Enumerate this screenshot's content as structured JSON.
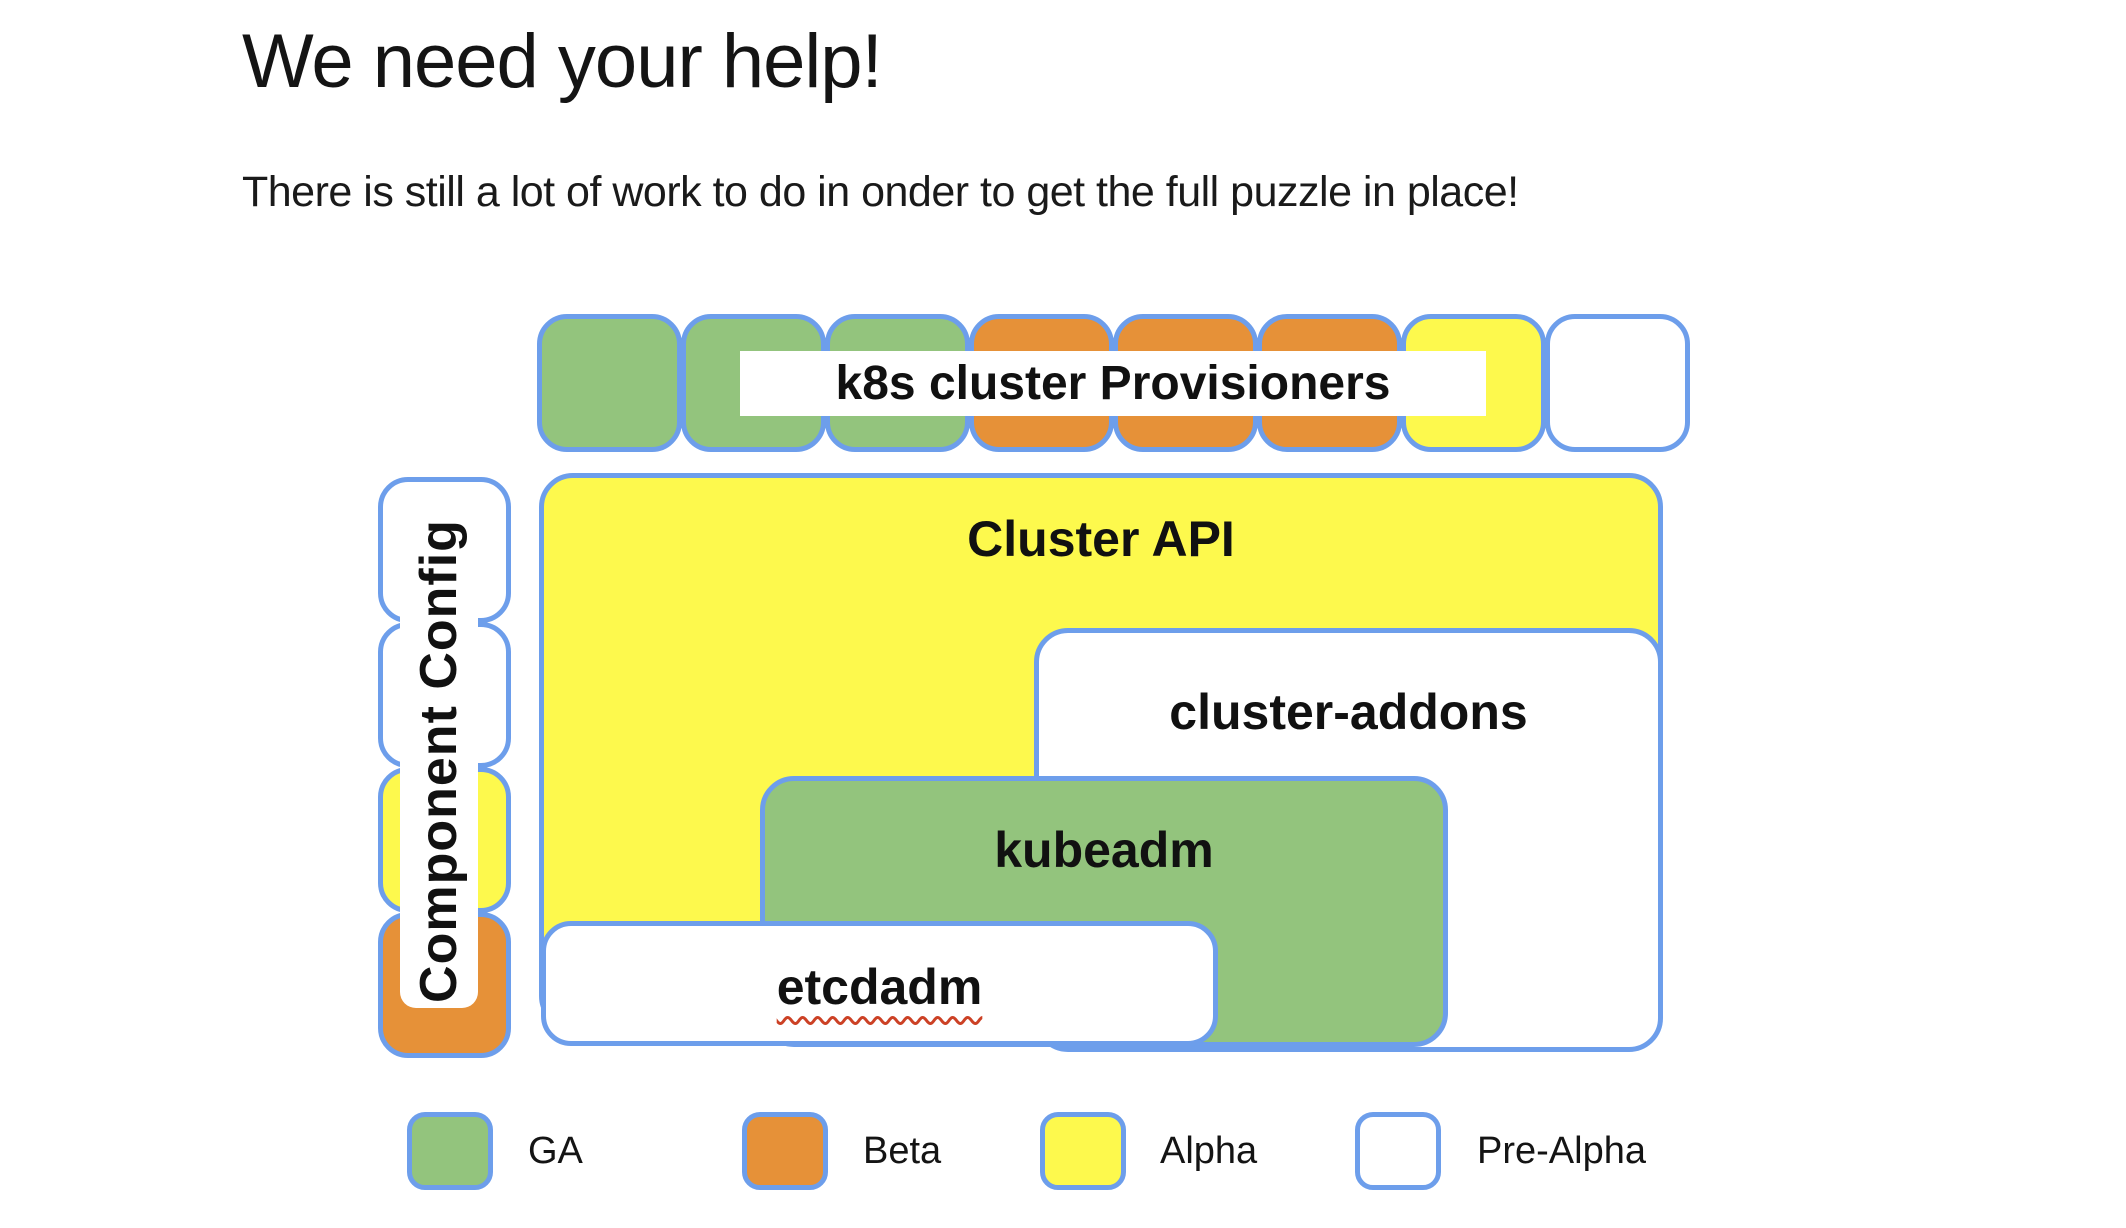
{
  "title": "We need your help!",
  "subtitle": "There is still a lot of work to do in onder to get the full puzzle in place!",
  "colors": {
    "ga_green": "#93c47d",
    "beta_orange": "#e69138",
    "alpha_yellow": "#fdf94d",
    "prealpha_white": "#ffffff",
    "border_blue": "#6d9eeb",
    "squiggle_red": "#cc4125"
  },
  "provisioners": {
    "label": "k8s cluster Provisioners",
    "pieces": [
      {
        "status": "GA",
        "color": "#93c47d"
      },
      {
        "status": "GA",
        "color": "#93c47d"
      },
      {
        "status": "GA",
        "color": "#93c47d"
      },
      {
        "status": "Beta",
        "color": "#e69138"
      },
      {
        "status": "Beta",
        "color": "#e69138"
      },
      {
        "status": "Beta",
        "color": "#e69138"
      },
      {
        "status": "Alpha",
        "color": "#fdf94d"
      },
      {
        "status": "Pre-Alpha",
        "color": "#ffffff"
      }
    ]
  },
  "component_config": {
    "label": "Component Config",
    "pieces": [
      {
        "status": "Pre-Alpha",
        "color": "#ffffff"
      },
      {
        "status": "Pre-Alpha",
        "color": "#ffffff"
      },
      {
        "status": "Alpha",
        "color": "#fdf94d"
      },
      {
        "status": "Beta",
        "color": "#e69138"
      }
    ]
  },
  "boxes": {
    "cluster_api": {
      "label": "Cluster API",
      "status": "Alpha",
      "color": "#fdf94d"
    },
    "cluster_addons": {
      "label": "cluster-addons",
      "status": "Pre-Alpha",
      "color": "#ffffff"
    },
    "kubeadm": {
      "label": "kubeadm",
      "status": "GA",
      "color": "#93c47d"
    },
    "etcdadm": {
      "label": "etcdadm",
      "status": "Pre-Alpha",
      "color": "#ffffff"
    }
  },
  "legend": {
    "items": [
      {
        "label": "GA",
        "color": "#93c47d"
      },
      {
        "label": "Beta",
        "color": "#e69138"
      },
      {
        "label": "Alpha",
        "color": "#fdf94d"
      },
      {
        "label": "Pre-Alpha",
        "color": "#ffffff"
      }
    ]
  }
}
